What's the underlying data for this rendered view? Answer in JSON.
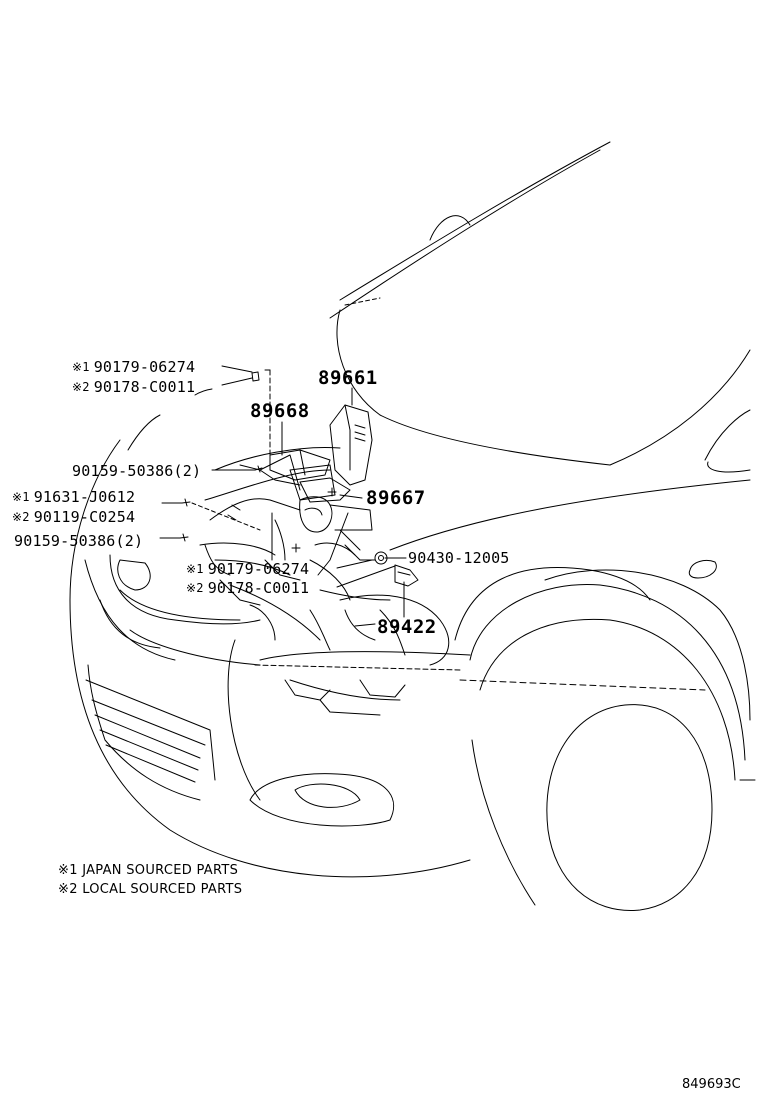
{
  "diagram": {
    "labels": [
      {
        "id": "l1",
        "marker": "※1",
        "text": "90179-06274"
      },
      {
        "id": "l2",
        "marker": "※2",
        "text": "90178-C0011"
      },
      {
        "id": "l3",
        "marker": "",
        "text": "89661"
      },
      {
        "id": "l4",
        "marker": "",
        "text": "89668"
      },
      {
        "id": "l5",
        "marker": "",
        "text": "90159-50386(2)"
      },
      {
        "id": "l6",
        "marker": "※1",
        "text": "91631-J0612"
      },
      {
        "id": "l7",
        "marker": "",
        "text": "89667"
      },
      {
        "id": "l8",
        "marker": "※2",
        "text": "90119-C0254"
      },
      {
        "id": "l9",
        "marker": "",
        "text": "90159-50386(2)"
      },
      {
        "id": "l10",
        "marker": "",
        "text": "90430-12005"
      },
      {
        "id": "l11",
        "marker": "※1",
        "text": "90179-06274"
      },
      {
        "id": "l12",
        "marker": "※2",
        "text": "90178-C0011"
      },
      {
        "id": "l13",
        "marker": "",
        "text": "89422"
      }
    ],
    "notes": [
      "※1 JAPAN SOURCED PARTS",
      "※2 LOCAL SOURCED PARTS"
    ],
    "code": "849693C"
  }
}
